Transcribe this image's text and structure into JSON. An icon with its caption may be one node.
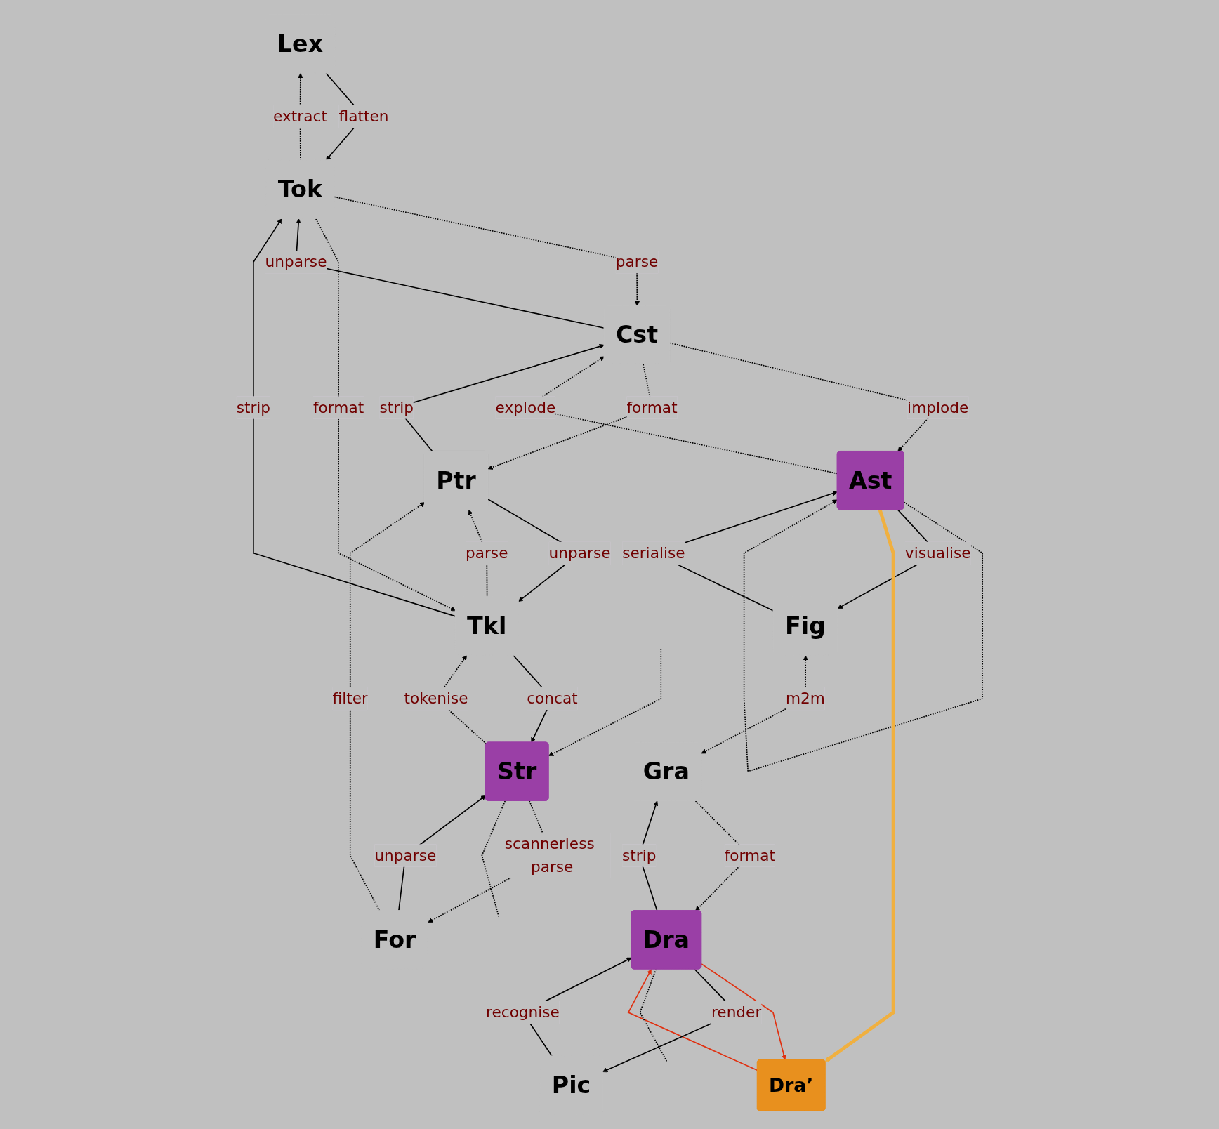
{
  "diagram": {
    "nodes": [
      {
        "text": [
          "Lex"
        ]
      },
      {
        "text": [
          "Ast"
        ]
      },
      {
        "text": [
          "Fig"
        ]
      },
      {
        "text": [
          "Tok"
        ]
      },
      {
        "text": [
          "Cst"
        ]
      },
      {
        "text": [
          "Gra"
        ]
      },
      {
        "text": [
          "Dra’"
        ]
      },
      {
        "text": [
          "Tkl"
        ]
      },
      {
        "text": [
          "Ptr"
        ]
      },
      {
        "text": [
          "Dra"
        ]
      },
      {
        "text": [
          "Str"
        ]
      },
      {
        "text": [
          "For"
        ]
      },
      {
        "text": [
          "Pic"
        ]
      }
    ],
    "edges": [
      {
        "from": 1,
        "to": 1,
        "arrow": "to",
        "style": "dashed"
      },
      {
        "from": 1,
        "to": 2,
        "arrow": "to",
        "label": "visualise"
      },
      {
        "from": 2,
        "to": 1,
        "arrow": "to",
        "label": "serialise"
      },
      {
        "from": 1,
        "to": 6,
        "arrow": "to",
        "style": "thick",
        "color": "#f0b040"
      },
      {
        "from": 3,
        "to": 0,
        "arrow": "to",
        "style": "dashed",
        "label": "extract"
      },
      {
        "from": 0,
        "to": 3,
        "arrow": "to",
        "label": "flatten"
      },
      {
        "from": 4,
        "to": 1,
        "arrow": "to",
        "style": "dashed",
        "label": "implode"
      },
      {
        "from": 1,
        "to": 4,
        "arrow": "to",
        "style": "dashed",
        "label": "explode"
      },
      {
        "from": 2,
        "to": 5,
        "arrow": "both",
        "style": "dashed",
        "label": "m2m"
      },
      {
        "from": 3,
        "to": 4,
        "arrow": "to",
        "style": "dashed",
        "label": "parse"
      },
      {
        "from": 4,
        "to": 3,
        "arrow": "to",
        "label": "unparse"
      },
      {
        "from": 7,
        "to": 3,
        "arrow": "to",
        "label": "strip"
      },
      {
        "from": 3,
        "to": 7,
        "arrow": "to",
        "style": "dashed",
        "label": "format"
      },
      {
        "from": 8,
        "to": 4,
        "arrow": "to",
        "label": "strip"
      },
      {
        "from": 4,
        "to": 8,
        "arrow": "to",
        "style": "dashed",
        "label": "format"
      },
      {
        "from": 9,
        "to": 5,
        "arrow": "to",
        "label": "strip"
      },
      {
        "from": 5,
        "to": 9,
        "arrow": "to",
        "style": "dashed",
        "label": "format"
      },
      {
        "from": 6,
        "to": 9,
        "arrow": "to",
        "color": "#e03010"
      },
      {
        "from": 9,
        "to": 6,
        "arrow": "to",
        "color": "#e03010"
      },
      {
        "from": 7,
        "to": 8,
        "arrow": "to",
        "style": "dashed",
        "label": "parse"
      },
      {
        "from": 8,
        "to": 7,
        "arrow": "to",
        "label": "unparse"
      },
      {
        "from": 10,
        "to": 7,
        "arrow": "to",
        "style": "dashed",
        "label": "tokenise"
      },
      {
        "from": 7,
        "to": 10,
        "arrow": "to",
        "label": "concat"
      },
      {
        "from": 11,
        "to": 8,
        "arrow": "to",
        "style": "dashed",
        "label": "filter"
      },
      {
        "from": 12,
        "to": 9,
        "arrow": "to",
        "label": "recognise"
      },
      {
        "from": 9,
        "to": 12,
        "arrow": "to",
        "label": "render"
      },
      {
        "from": 10,
        "to": 11,
        "arrow": "to",
        "style": "dashed",
        "label": "scannerless parse"
      },
      {
        "from": 11,
        "to": 10,
        "arrow": "to",
        "label": "unparse"
      },
      {
        "from": null,
        "to": 10,
        "arrow": "to",
        "style": "dashed"
      },
      {
        "from": 10,
        "to": null,
        "arrow": "none",
        "style": "dashed"
      },
      {
        "from": 9,
        "to": null,
        "arrow": "none",
        "style": "dashed"
      }
    ]
  }
}
